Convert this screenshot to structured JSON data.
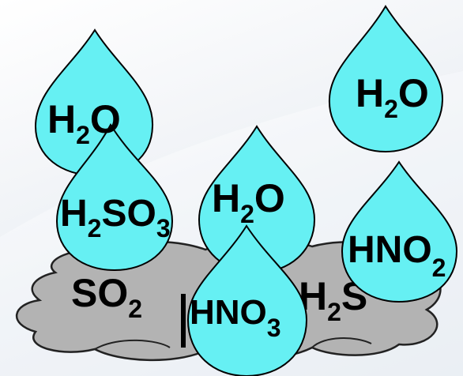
{
  "colors": {
    "drop_fill": "#66f0f3",
    "drop_stroke": "#000000",
    "cloud_fill": "#b3b3b3",
    "cloud_stroke": "#222222",
    "text": "#000000"
  },
  "clouds": [
    {
      "id": "so2",
      "label_main": "SO",
      "label_sub": "2"
    },
    {
      "id": "h2s",
      "label_main": "H",
      "label_sub": "2",
      "label_tail": "S"
    }
  ],
  "drops": [
    {
      "id": "h2o-top-left",
      "parts": [
        "H",
        "2",
        "O"
      ]
    },
    {
      "id": "h2o-top-right",
      "parts": [
        "H",
        "2",
        "O"
      ]
    },
    {
      "id": "h2so3",
      "parts": [
        "H",
        "2",
        "SO",
        "3"
      ]
    },
    {
      "id": "h2o-center",
      "parts": [
        "H",
        "2",
        "O"
      ]
    },
    {
      "id": "hno2",
      "parts": [
        "HNO",
        "2"
      ]
    },
    {
      "id": "hno3",
      "parts": [
        "HNO",
        "3"
      ]
    }
  ]
}
